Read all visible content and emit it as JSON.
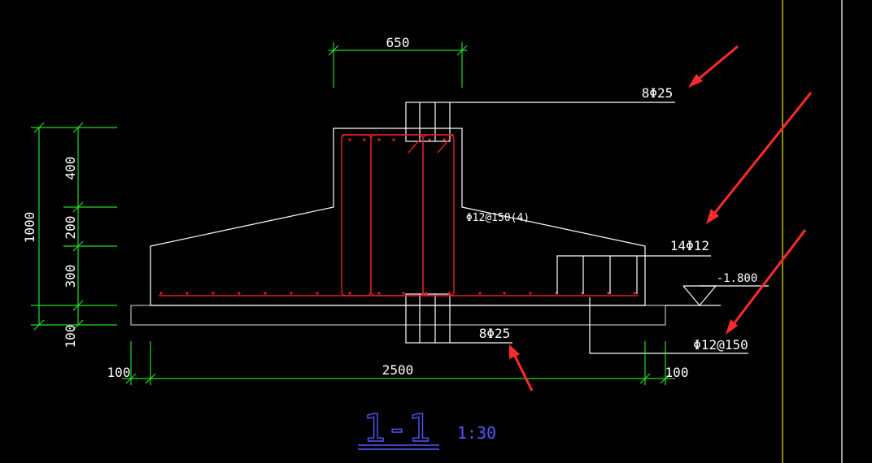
{
  "dims": {
    "top_width": "650",
    "total_height": "1000",
    "seg_400": "400",
    "seg_200": "200",
    "seg_300": "300",
    "seg_100": "100",
    "base_width": "2500",
    "left_100": "100",
    "right_100": "100"
  },
  "labels": {
    "top_rebar": "8Φ25",
    "stirrup": "Φ12@150(4)",
    "side_rebar": "14Φ12",
    "elevation": "-1.800",
    "bottom_mesh": "Φ12@150",
    "bottom_rebar": "8Φ25"
  },
  "section": {
    "title": "1-1",
    "scale": "1:30"
  },
  "colors": {
    "dimension": "#22dd22",
    "outline": "#ffffff",
    "rebar": "#e02020",
    "arrow": "#ff2a2a",
    "title": "#5555ff",
    "yellow_line": "#e6e600"
  }
}
